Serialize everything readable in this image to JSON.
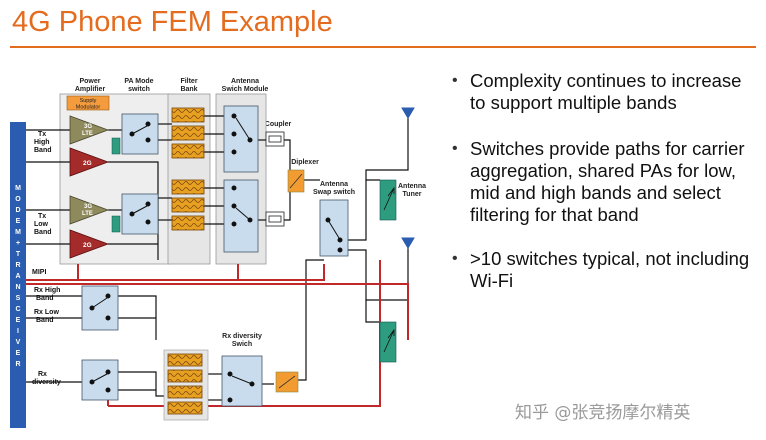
{
  "title": "4G Phone FEM Example",
  "bullets": [
    "Complexity continues to increase to support multiple bands",
    "Switches provide paths for carrier aggregation, shared PAs for low, mid and high bands and select filtering for that band",
    ">10 switches typical, not including Wi-Fi"
  ],
  "diagram": {
    "section_labels": {
      "power_amplifier": [
        "Power",
        "Amplifier"
      ],
      "pa_mode_switch": [
        "PA Mode",
        "switch"
      ],
      "filter_bank": [
        "Filter",
        "Bank"
      ],
      "antenna_switch_module": [
        "Antenna",
        "Swich Module"
      ],
      "coupler": "Coupler",
      "diplexer": "Diplexer",
      "antenna_swap_switch": [
        "Antenna",
        "Swap switch"
      ],
      "antenna_tuner": [
        "Antenna",
        "Tuner"
      ],
      "rx_diversity_switch": [
        "Rx diversity",
        "Swich"
      ]
    },
    "supply_modulator": [
      "Supply",
      "Modulator"
    ],
    "modem_label": "MODEM + TRANSCEIVER",
    "port_labels": {
      "tx_high": [
        "Tx",
        "High",
        "Band"
      ],
      "tx_low": [
        "Tx",
        "Low",
        "Band"
      ],
      "mipi": "MIPI",
      "rx_high": [
        "Rx High",
        "Band"
      ],
      "rx_low": [
        "Rx Low",
        "Band"
      ],
      "rx_diversity": [
        "Rx",
        "diversity"
      ]
    },
    "amp_labels": {
      "pa_high_3g": [
        "3G",
        "LTE"
      ],
      "pa_high_2g": "2G",
      "pa_low_3g": [
        "3G",
        "LTE"
      ],
      "pa_low_2g": "2G"
    },
    "colors": {
      "modem": "#2a5db0",
      "mipi": "#c0282a",
      "pa_olive": "#8e8a5c",
      "pa_red": "#a52a2a",
      "switch_fill": "#c9dcee",
      "filter": "#e8a020",
      "tuner": "#2e9c7e",
      "diplexer": "#f29b30"
    }
  },
  "watermark": "知乎 @张竞扬摩尔精英"
}
